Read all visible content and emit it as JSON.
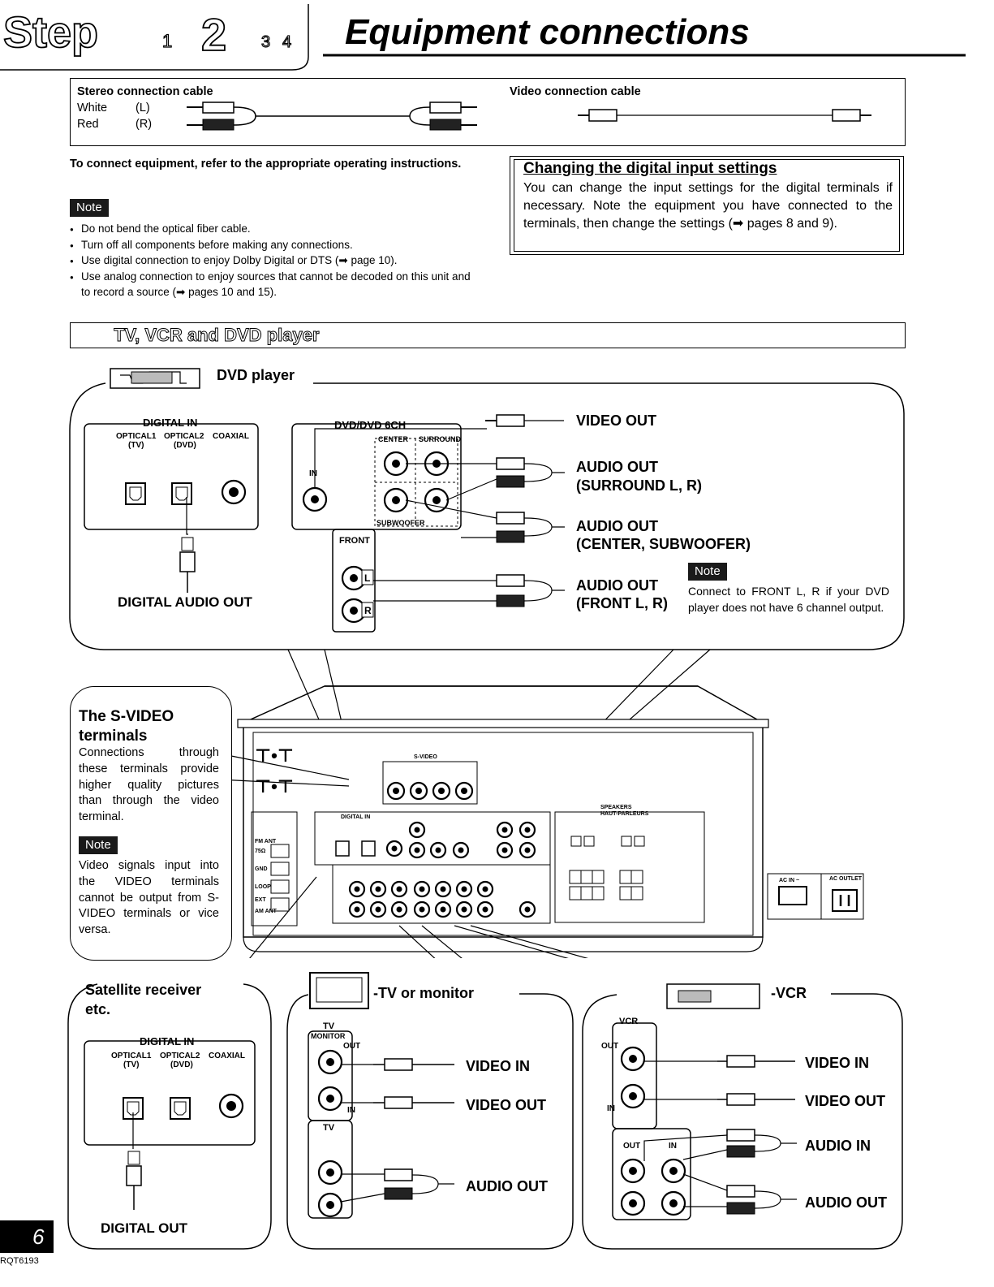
{
  "header": {
    "step_word": "Step",
    "steps": [
      "1",
      "2",
      "3",
      "4"
    ],
    "title": "Equipment connections"
  },
  "cables": {
    "stereo_title": "Stereo connection cable",
    "white_label": "White",
    "white_channel": "(L)",
    "red_label": "Red",
    "red_channel": "(R)",
    "video_title": "Video connection cable"
  },
  "intro": {
    "text": "To connect equipment, refer to the appropriate operating instructions.",
    "note_badge": "Note",
    "bullets": [
      "Do not bend the optical fiber cable.",
      "Turn off all components before making any connections.",
      "Use digital connection to enjoy Dolby Digital or DTS (➡ page 10).",
      "Use analog connection to enjoy sources that cannot be decoded on this unit and to record a source (➡ pages 10 and 15)."
    ]
  },
  "digital_box": {
    "title": "Changing the digital input settings",
    "text": "You can change the input settings for the digital terminals if necessary. Note the equipment you have connected to the terminals, then change the settings (➡ pages 8 and 9)."
  },
  "section": {
    "title": "TV, VCR and DVD player"
  },
  "dvd": {
    "title": "DVD player",
    "digital_in": "DIGITAL IN",
    "optical1": "OPTICAL1",
    "optical2": "OPTICAL2",
    "coaxial": "COAXIAL",
    "tv": "(TV)",
    "dvd": "(DVD)",
    "digital_audio_out": "DIGITAL AUDIO OUT",
    "dvd6ch": "DVD/DVD 6CH",
    "center": "CENTER",
    "surround": "SURROUND",
    "subwoofer": "SUBWOOFER",
    "in": "IN",
    "front": "FRONT",
    "l": "L",
    "r": "R",
    "video_out": "VIDEO OUT",
    "audio_out_1": "AUDIO OUT",
    "surround_lr": "(SURROUND L, R)",
    "audio_out_2": "AUDIO OUT",
    "center_sub": "(CENTER, SUBWOOFER)",
    "audio_out_3": "AUDIO OUT",
    "front_lr": "(FRONT L, R)",
    "note_badge": "Note",
    "note_text": "Connect to FRONT L, R if your DVD player does not have 6 channel output."
  },
  "svideo": {
    "title": "The S-VIDEO terminals",
    "text": "Connections through these terminals provide higher quality pictures than through the video terminal.",
    "note_badge": "Note",
    "note_text": "Video signals input into the VIDEO terminals cannot be output from S-VIDEO terminals or vice versa."
  },
  "satellite": {
    "title_line1": "Satellite receiver",
    "title_line2": "etc.",
    "digital_in": "DIGITAL IN",
    "optical1": "OPTICAL1",
    "optical2": "OPTICAL2",
    "coaxial": "COAXIAL",
    "tv": "(TV)",
    "dvd": "(DVD)",
    "digital_out": "DIGITAL OUT"
  },
  "tv": {
    "title": "-TV or monitor",
    "tv_monitor": "TV",
    "monitor": "MONITOR",
    "out": "OUT",
    "in": "IN",
    "tv_label": "TV",
    "video_in": "VIDEO IN",
    "video_out": "VIDEO OUT",
    "audio_out": "AUDIO OUT"
  },
  "vcr": {
    "title": "-VCR",
    "vcr_label": "VCR",
    "out": "OUT",
    "in": "IN",
    "video_in": "VIDEO IN",
    "video_out": "VIDEO OUT",
    "audio_in": "AUDIO IN",
    "audio_out": "AUDIO OUT"
  },
  "receiver": {
    "svideo": "S-VIDEO",
    "digital_in": "DIGITAL IN",
    "speakers": "SPEAKERS",
    "haut_parleurs": "HAUT-PARLEURS",
    "ac_in": "AC IN ~",
    "ac_outlet": "AC OUTLET",
    "fm_ant": "FM ANT",
    "am_ant": "AM ANT",
    "loop": "LOOP",
    "ext": "EXT",
    "gnd": "GND",
    "ohm75": "75Ω"
  },
  "footer": {
    "page_number": "6",
    "doc_code": "RQT6193"
  }
}
